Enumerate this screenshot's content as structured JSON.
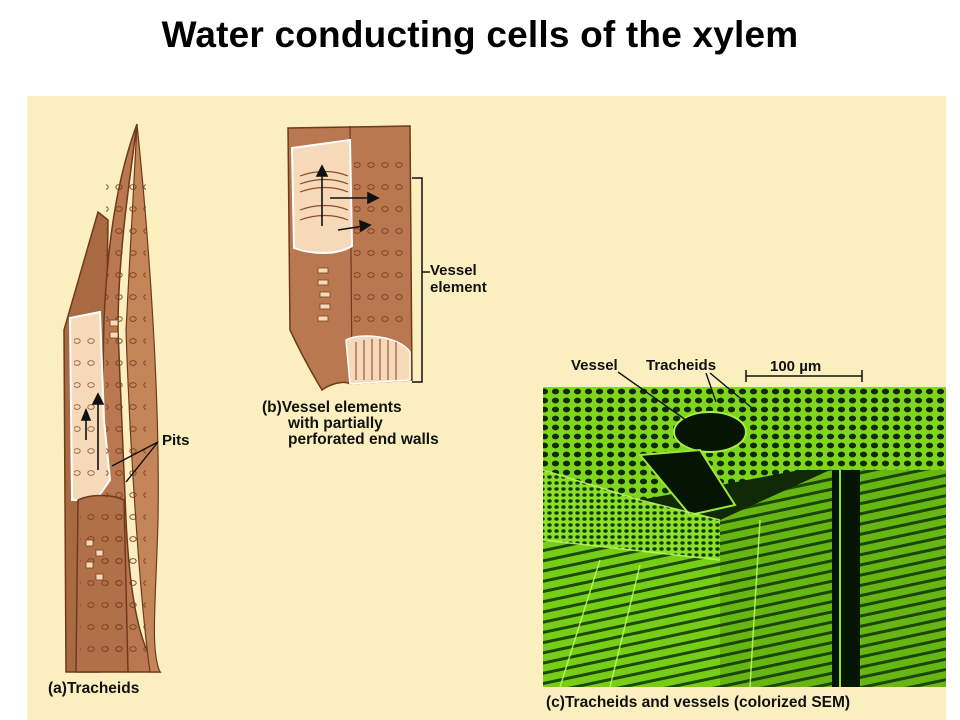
{
  "slide": {
    "title": "Water conducting cells of the xylem"
  },
  "labels": {
    "pits": "Pits",
    "vessel_element_line1": "Vessel",
    "vessel_element_line2": "element",
    "sem_vessel": "Vessel",
    "sem_tracheids": "Tracheids",
    "scale_bar": "100 µm"
  },
  "captions": {
    "a": "(a)Tracheids",
    "b_line1": "(b)Vessel elements",
    "b_line2": "with partially",
    "b_line3": "perforated end walls",
    "c": "(c)Tracheids and vessels (colorized SEM)"
  },
  "colors": {
    "background": "#fbefbf",
    "cell_wall": "#b9784f",
    "cell_wall_dark": "#8a4d2c",
    "cell_lumen": "#f6d9b8",
    "sem_green": "#7fd61c",
    "sem_dark": "#0f2a05"
  }
}
